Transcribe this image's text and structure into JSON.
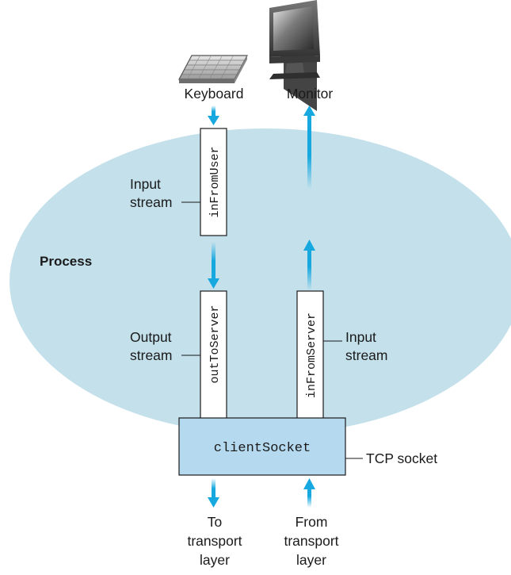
{
  "colors": {
    "process_fill": "#c3e0eb",
    "socket_fill": "#b5daf0",
    "arrow": "#16a8df",
    "stroke": "#1a1a1a"
  },
  "devices": {
    "keyboard": {
      "label": "Keyboard",
      "icon": "keyboard-icon"
    },
    "monitor": {
      "label": "Monitor",
      "icon": "monitor-icon"
    }
  },
  "process": {
    "label": "Process"
  },
  "streams": {
    "in_from_user": {
      "name": "inFromUser",
      "label_line1": "Input",
      "label_line2": "stream"
    },
    "out_to_server": {
      "name": "outToServer",
      "label_line1": "Output",
      "label_line2": "stream"
    },
    "in_from_server": {
      "name": "inFromServer",
      "label_line1": "Input",
      "label_line2": "stream"
    }
  },
  "socket": {
    "name": "clientSocket",
    "label": "TCP socket"
  },
  "transport": {
    "to": {
      "line1": "To",
      "line2": "transport",
      "line3": "layer"
    },
    "from": {
      "line1": "From",
      "line2": "transport",
      "line3": "layer"
    }
  }
}
